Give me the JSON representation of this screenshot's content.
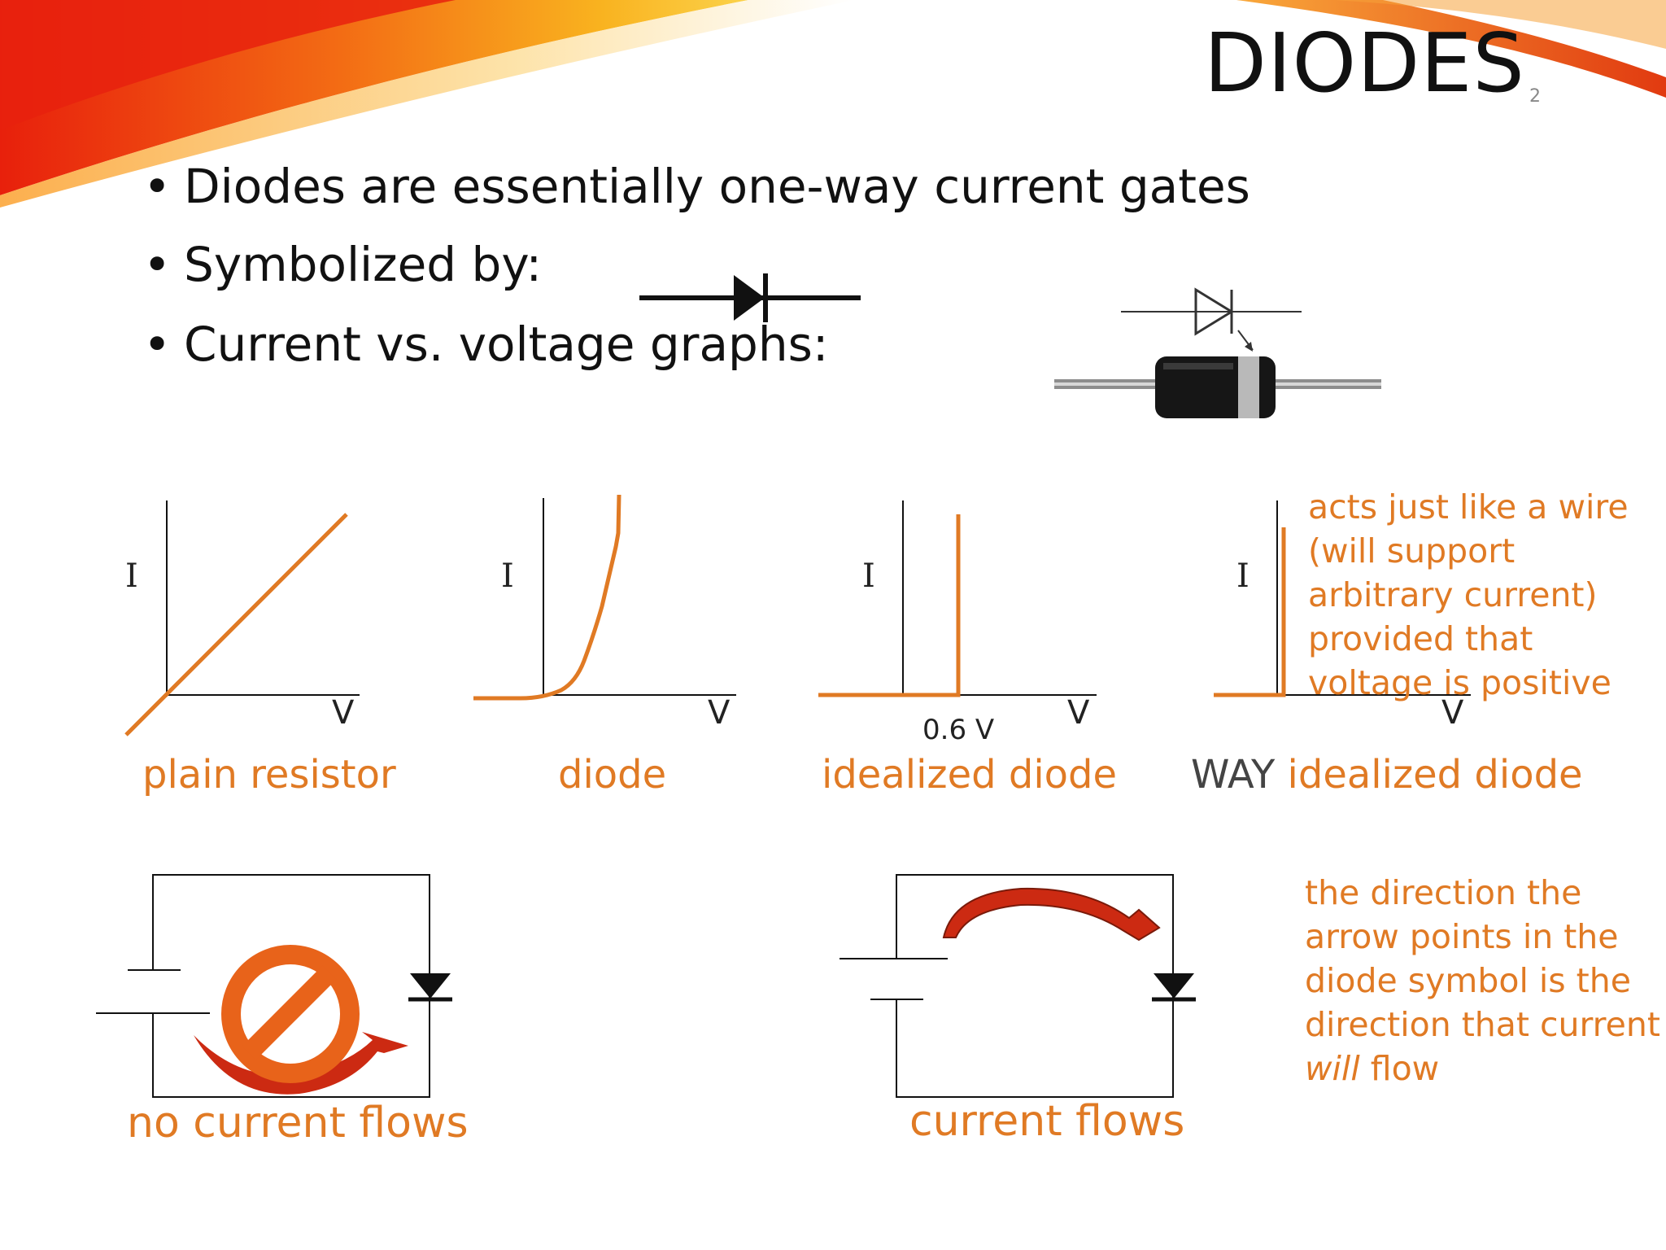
{
  "slide": {
    "title": "DIODES",
    "slide_number": "2"
  },
  "bullets": [
    "Diodes are essentially one-way current gates",
    "Symbolized by:",
    "Current vs. voltage graphs:"
  ],
  "graphs": [
    {
      "y_label": "I",
      "x_label": "V",
      "caption": "plain resistor"
    },
    {
      "y_label": "I",
      "x_label": "V",
      "caption": "diode"
    },
    {
      "y_label": "I",
      "x_label": "V",
      "threshold_label": "0.6 V",
      "caption": "idealized diode"
    },
    {
      "y_label": "I",
      "x_label": "V",
      "caption_prefix": "WAY",
      "caption": "idealized diode"
    }
  ],
  "wire_note": "acts just like a wire (will support arbitrary current) provided that voltage is positive",
  "circuits": [
    {
      "caption": "no current flows",
      "blocked_icon": "prohibited-icon"
    },
    {
      "caption": "current flows",
      "flow_icon": "curved-arrow-icon"
    }
  ],
  "direction_note": {
    "text": "the direction the arrow points in the diode symbol is the direction that current",
    "emphasis": "will",
    "tail": "flow"
  },
  "colors": {
    "accent": "#e07a24",
    "arrow_red": "#cc2a12",
    "stop_orange": "#e8631a"
  }
}
